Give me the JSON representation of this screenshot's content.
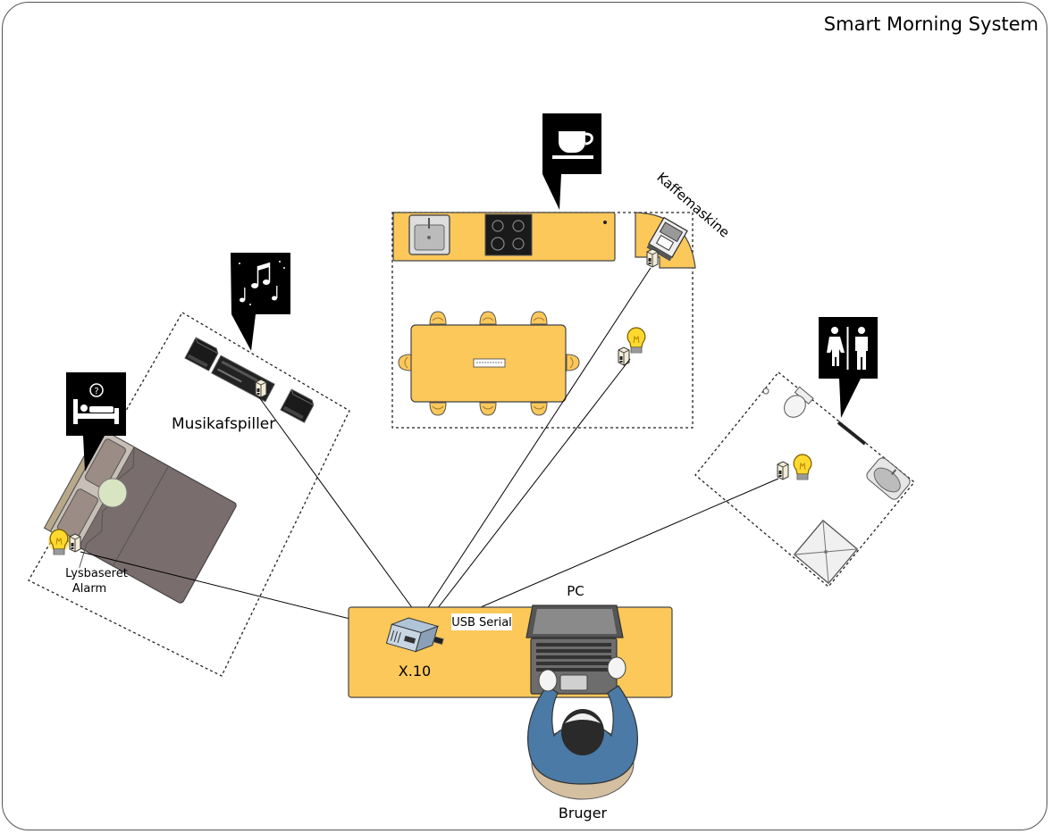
{
  "title": "Smart Morning System",
  "labels": {
    "coffee_machine": "Kaffemaskine",
    "music_player": "Musikafspiller",
    "light_alarm_line1": "Lysbaseret",
    "light_alarm_line2": "Alarm",
    "x10": "X.10",
    "usb_serial": "USB Serial",
    "pc": "PC",
    "user": "Bruger"
  },
  "colors": {
    "furniture": "#fcc85a",
    "bubble": "#000000",
    "bed_sheet": "#7a6d6d",
    "user_shirt": "#4a7aa5"
  },
  "icons": {
    "kitchen": "coffee-cup-icon",
    "music": "music-notes-icon",
    "bedroom": "bed-question-icon",
    "bathroom": "toilet-people-icon",
    "bulb": "light-bulb-icon",
    "module": "x10-module-icon"
  }
}
